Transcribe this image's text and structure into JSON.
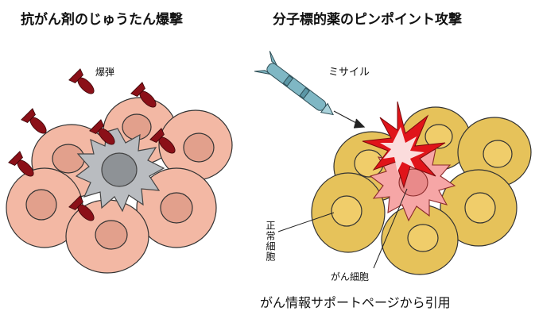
{
  "titles": {
    "left": "抗がん剤のじゅうたん爆撃",
    "right": "分子標的薬のピンポイント攻撃"
  },
  "labels": {
    "bomb": "爆弾",
    "missile": "ミサイル",
    "normal_cell": "正常細胞",
    "cancer_cell": "がん細胞"
  },
  "caption": "がん情報サポートページから引用",
  "colors": {
    "left_cell_fill": "#f3b8a4",
    "left_cell_nucleus": "#e2a08c",
    "left_tumor": "#b9bcc0",
    "bomb": "#8b1018",
    "right_cell_fill": "#e6c25a",
    "right_cell_nucleus": "#f0cd6a",
    "right_tumor": "#f6a6a6",
    "missile": "#7fb7c4",
    "explosion": "#e0141a"
  }
}
